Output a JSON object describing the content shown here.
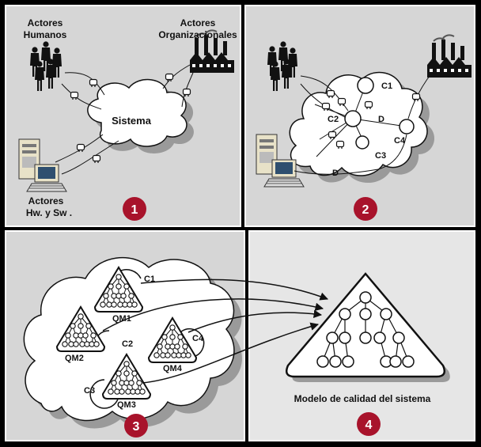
{
  "panels": [
    {
      "number": "1",
      "labels": {
        "human_actors_line1": "Actores",
        "human_actors_line2": "Humanos",
        "org_actors_line1": "Actores",
        "org_actors_line2": "Organizacionales",
        "system": "Sistema",
        "hwsw_actors_line1": "Actores",
        "hwsw_actors_line2": "Hw. y Sw ."
      }
    },
    {
      "number": "2",
      "labels": {
        "c1": "C1",
        "c2": "C2",
        "c3": "C3",
        "c4": "C4",
        "d1": "D",
        "d2": "D"
      }
    },
    {
      "number": "3",
      "labels": {
        "c1": "C1",
        "c2": "C2",
        "c3": "C3",
        "c4": "C4",
        "qm1": "QM1",
        "qm2": "QM2",
        "qm3": "QM3",
        "qm4": "QM4"
      }
    },
    {
      "number": "4",
      "labels": {
        "model": "Modelo de calidad del sistema"
      }
    }
  ],
  "colors": {
    "outer_frame": "#000000",
    "panel_fill": "#d6d6d6",
    "badge": "#a8132b",
    "cloud_fill": "#ffffff",
    "shadow": "#9a9a9a"
  }
}
